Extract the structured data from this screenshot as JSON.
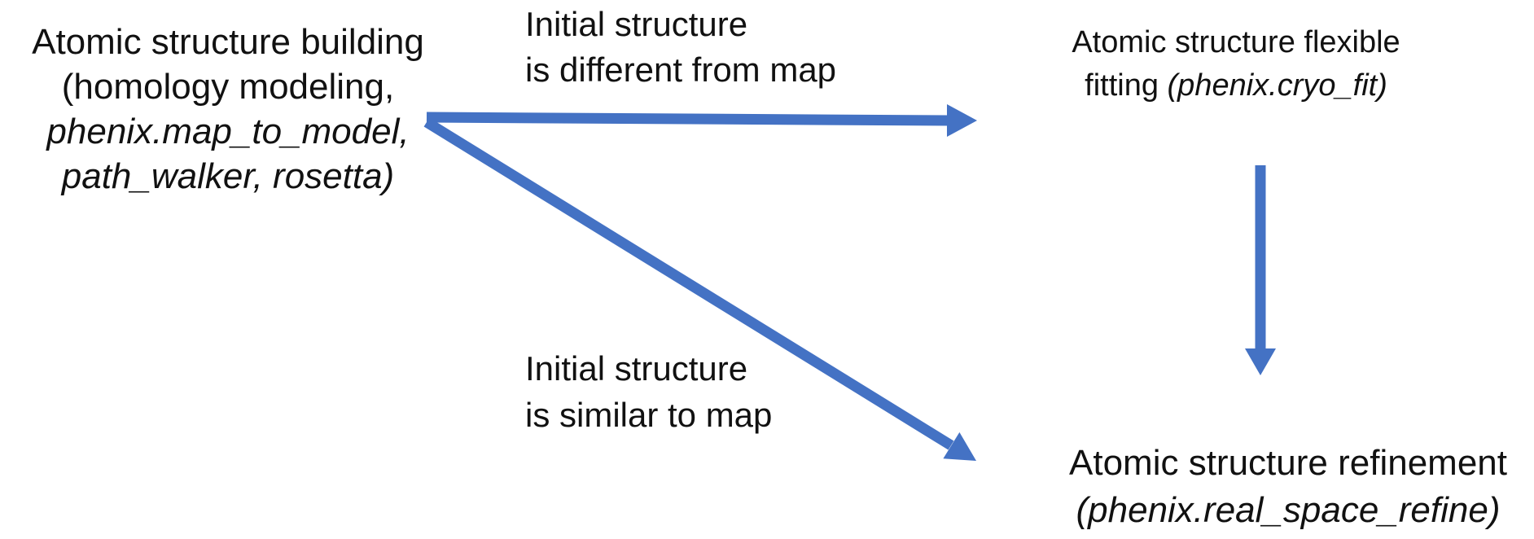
{
  "colors": {
    "arrow": "#4472C4",
    "text": "#111111",
    "background": "#ffffff"
  },
  "nodes": {
    "building": {
      "line1": "Atomic structure building",
      "line2": "(homology modeling,",
      "line3": "phenix.map_to_model,",
      "line4": "path_walker, rosetta)"
    },
    "fitting": {
      "line1": "Atomic structure flexible",
      "line2_pre": "fitting ",
      "line2_italic": "(phenix.cryo_fit)"
    },
    "refinement": {
      "line1": "Atomic structure refinement",
      "line2_italic": "(phenix.real_space_refine)"
    }
  },
  "edge_labels": {
    "different": {
      "line1": "Initial structure",
      "line2": "is different from map"
    },
    "similar": {
      "line1": "Initial structure",
      "line2": "is similar to map"
    }
  },
  "arrows": [
    {
      "name": "building-to-fitting"
    },
    {
      "name": "building-to-refinement"
    },
    {
      "name": "fitting-to-refinement"
    }
  ]
}
